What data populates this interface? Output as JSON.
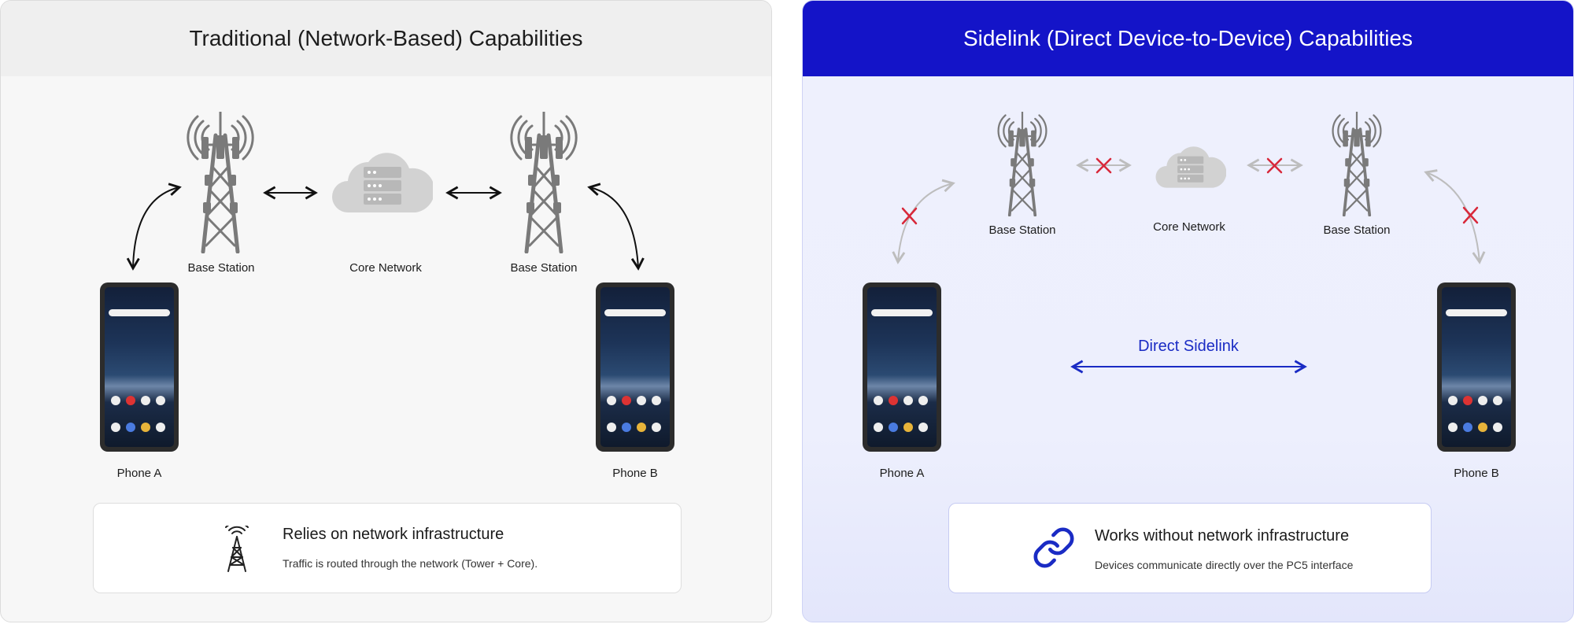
{
  "left": {
    "title": "Traditional (Network-Based) Capabilities",
    "base_station_left": "Base Station",
    "core_network": "Core Network",
    "base_station_right": "Base Station",
    "phone_a": "Phone A",
    "phone_b": "Phone B",
    "card_title": "Relies on network infrastructure",
    "card_text": "Traffic is routed through the network (Tower + Core).",
    "card_icon": "tower-icon"
  },
  "right": {
    "title": "Sidelink (Direct Device-to-Device) Capabilities",
    "base_station_left": "Base Station",
    "core_network": "Core Network",
    "base_station_right": "Base Station",
    "phone_a": "Phone A",
    "phone_b": "Phone B",
    "sidelink_label": "Direct Sidelink",
    "card_title": "Works without network infrastructure",
    "card_text": "Devices communicate directly over the PC5 interface",
    "card_icon": "link-icon"
  },
  "colors": {
    "sidelink_blue": "#1414c8",
    "blocked_red": "#d8283a",
    "tower_grey": "#7a7a7a"
  }
}
